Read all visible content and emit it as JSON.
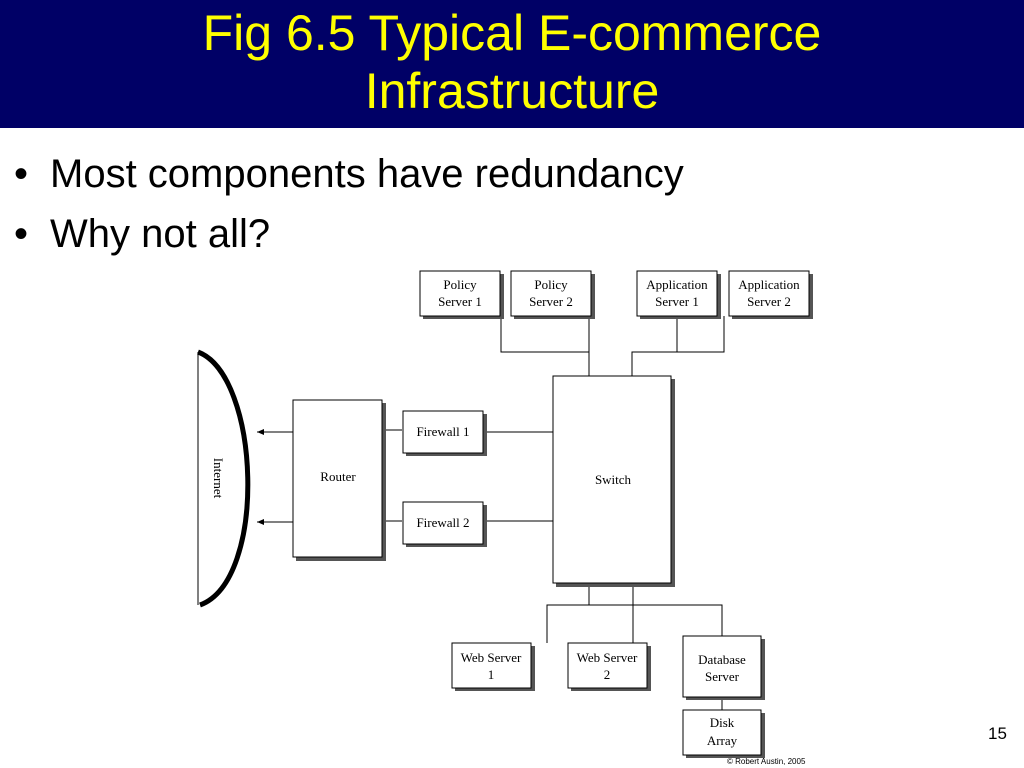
{
  "slide": {
    "title_line1": "Fig 6.5 Typical E-commerce",
    "title_line2": "Infrastructure",
    "page_number": "15",
    "colors": {
      "title_bar": "#000066",
      "title_text": "#ffff00"
    }
  },
  "bullets": [
    {
      "marker": "•",
      "text": "Most components have redundancy"
    },
    {
      "marker": "•",
      "text": "Why not all?"
    }
  ],
  "diagram": {
    "policy_server_1": [
      "Policy",
      "Server 1"
    ],
    "policy_server_2": [
      "Policy",
      "Server 2"
    ],
    "app_server_1": [
      "Application",
      "Server 1"
    ],
    "app_server_2": [
      "Application",
      "Server 2"
    ],
    "internet": "Internet",
    "router": "Router",
    "firewall_1": "Firewall 1",
    "firewall_2": "Firewall 2",
    "switch": "Switch",
    "web_server_1": [
      "Web Server",
      "1"
    ],
    "web_server_2": [
      "Web Server",
      "2"
    ],
    "database_server": [
      "Database",
      "Server"
    ],
    "disk_array": [
      "Disk",
      "Array"
    ],
    "copyright": "© Robert Austin, 2005"
  }
}
